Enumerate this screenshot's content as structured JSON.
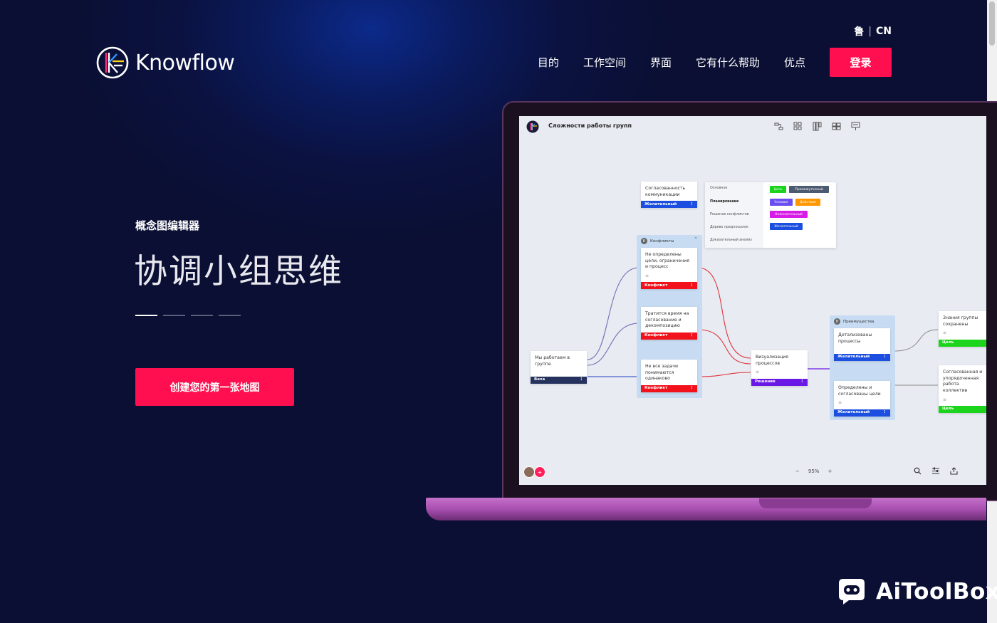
{
  "brand": {
    "name": "Knowflow"
  },
  "language": {
    "option1": "鲁",
    "option2": "CN"
  },
  "nav": {
    "items": [
      "目的",
      "工作空间",
      "界面",
      "它有什么帮助",
      "优点"
    ],
    "login_label": "登录"
  },
  "hero": {
    "eyebrow": "概念图编辑器",
    "headline": "协调小组思维",
    "cta_label": "创建您的第一张地图",
    "slider_count": 4,
    "slider_active": 1
  },
  "app": {
    "title": "Сложности работы групп",
    "nodes": {
      "comm": {
        "text": "Согласованность коммуникации",
        "tag": "Желательный"
      },
      "work": {
        "text": "Мы работаем в группе",
        "tag": "Веха"
      },
      "c1": {
        "text": "Не определены цели, ограничения и процесс",
        "tag": "Конфликт"
      },
      "c2": {
        "text": "Тратится время на согласование и декомпозицию",
        "tag": "Конфликт"
      },
      "c3": {
        "text": "Не все задачи понимаются одинаково",
        "tag": "Конфликт"
      },
      "vis": {
        "text": "Визуализация процессов",
        "tag": "Решение"
      },
      "p1": {
        "text": "Детализованы процессы",
        "tag": "Желательный"
      },
      "p2": {
        "text": "Определены и согласованы цели",
        "tag": "Желательный"
      },
      "g1": {
        "text": "Знания группы сохранены",
        "tag": "Цель"
      },
      "g2": {
        "text": "Согласованная и упорядоченная работа коллектив",
        "tag": "Цель"
      }
    },
    "groups": {
      "conflicts": "Конфликты",
      "advantages": "Преимущества",
      "conflicts_badge": "К",
      "advantages_badge": "П"
    },
    "legend": {
      "rows": [
        "Основное",
        "Планирование",
        "Решение конфликтов",
        "Дерево предпосылок",
        "Доказательный анализ"
      ],
      "chips": [
        "Цель",
        "Промежуточный",
        "Условие",
        "Действие",
        "Нежелательный",
        "Желательный"
      ]
    },
    "zoom": {
      "minus": "−",
      "value": "95%",
      "plus": "+"
    }
  },
  "colors": {
    "accent": "#ff0f4f",
    "tag_blue": "#1c4fe0",
    "tag_red": "#f2121c",
    "tag_navy": "#26325e",
    "tag_purple": "#6a18e6",
    "tag_green": "#1bd41b"
  },
  "watermark": {
    "text": "AiToolBox"
  }
}
